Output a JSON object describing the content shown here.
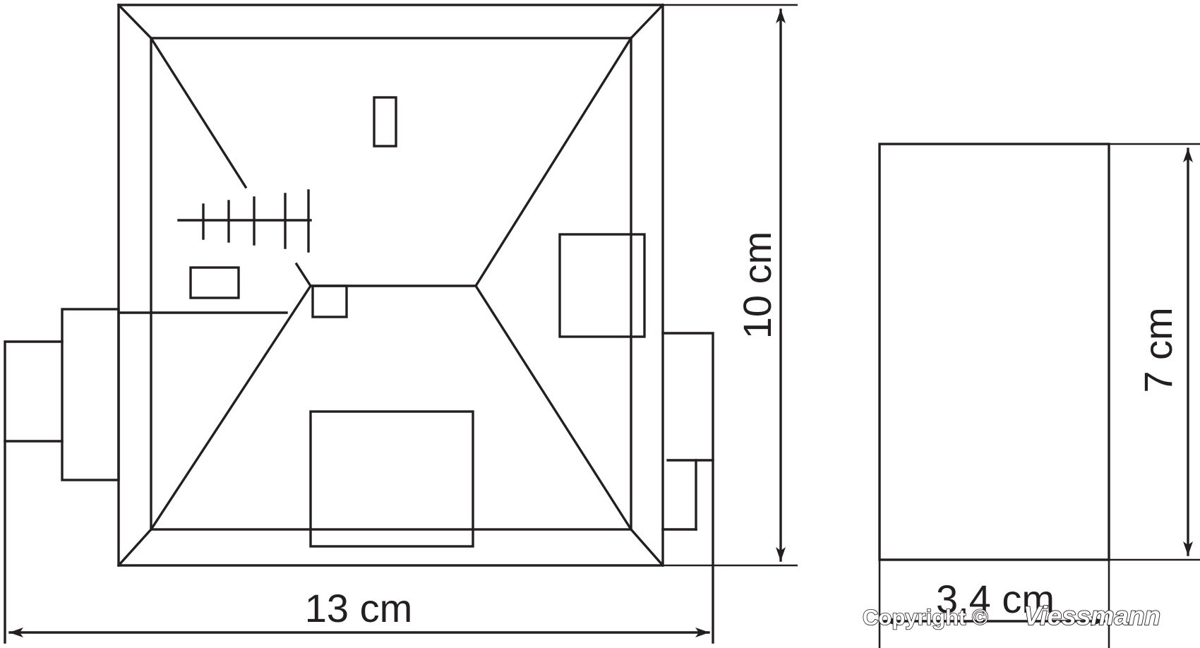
{
  "dimensions": {
    "width_main": "13 cm",
    "height_main": "10 cm",
    "height_side": "7 cm",
    "width_side": "3,4 cm"
  },
  "watermark": {
    "copyright": "Copyright ©",
    "brand": "Viessmann"
  },
  "colors": {
    "line": "#231f20",
    "background": "#ffffff"
  }
}
